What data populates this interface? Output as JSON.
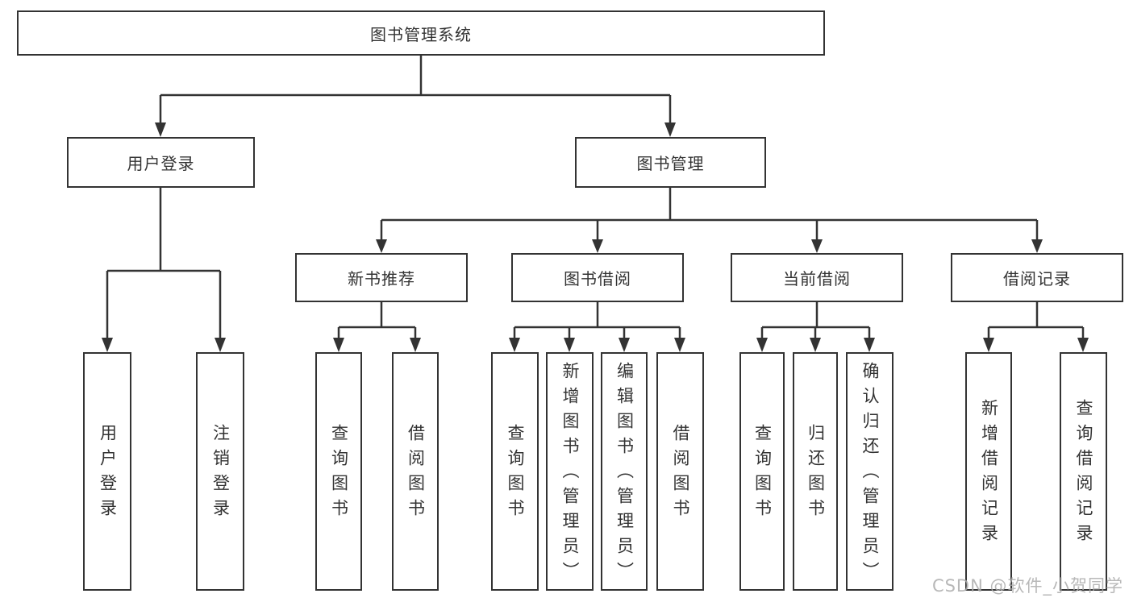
{
  "diagram": {
    "root": {
      "label": "图书管理系统"
    },
    "branches": [
      {
        "label": "用户登录",
        "children": [
          {
            "label": "用户登录"
          },
          {
            "label": "注销登录"
          }
        ]
      },
      {
        "label": "图书管理",
        "children": [
          {
            "label": "新书推荐",
            "children": [
              {
                "label": "查询图书"
              },
              {
                "label": "借阅图书"
              }
            ]
          },
          {
            "label": "图书借阅",
            "children": [
              {
                "label": "查询图书"
              },
              {
                "label": "新增图书（管理员）"
              },
              {
                "label": "编辑图书（管理员）"
              },
              {
                "label": "借阅图书"
              }
            ]
          },
          {
            "label": "当前借阅",
            "children": [
              {
                "label": "查询图书"
              },
              {
                "label": "归还图书"
              },
              {
                "label": "确认归还（管理员）"
              }
            ]
          },
          {
            "label": "借阅记录",
            "children": [
              {
                "label": "新增借阅记录"
              },
              {
                "label": "查询借阅记录"
              }
            ]
          }
        ]
      }
    ],
    "line_color": "#333333",
    "box_border_color": "#333333",
    "box_fill": "#ffffff",
    "text_color": "#333333"
  },
  "watermark": {
    "text": "CSDN @软件_小贺同学"
  }
}
